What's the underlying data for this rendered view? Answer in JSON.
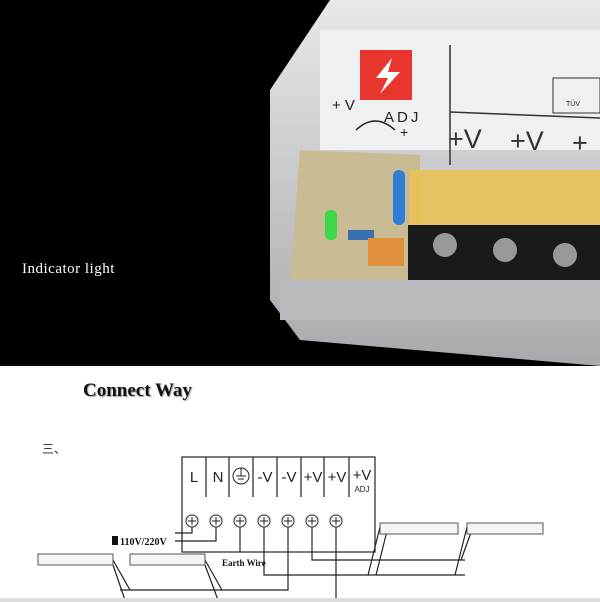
{
  "photo": {
    "indicator_label": "Indicator light",
    "panel_labels": {
      "plus_v": "+ V",
      "adj": "ADJ",
      "plus": "+",
      "tuv": "TÜV",
      "terminals": [
        "+V",
        "+V",
        "+"
      ]
    },
    "colors": {
      "warning_badge": "#e8352e",
      "led": "#3fd84a",
      "capacitor": "#2f7ed8",
      "terminal_cover": "#e9c257"
    }
  },
  "diagram": {
    "title": "Connect Way",
    "section_mark": "三、",
    "terminals": [
      "L",
      "N",
      "earth",
      "-V",
      "-V",
      "+V",
      "+V",
      "+V"
    ],
    "adj_label": "ADJ",
    "input_label": "110V/220V",
    "earth_label": "Earth Wire"
  }
}
